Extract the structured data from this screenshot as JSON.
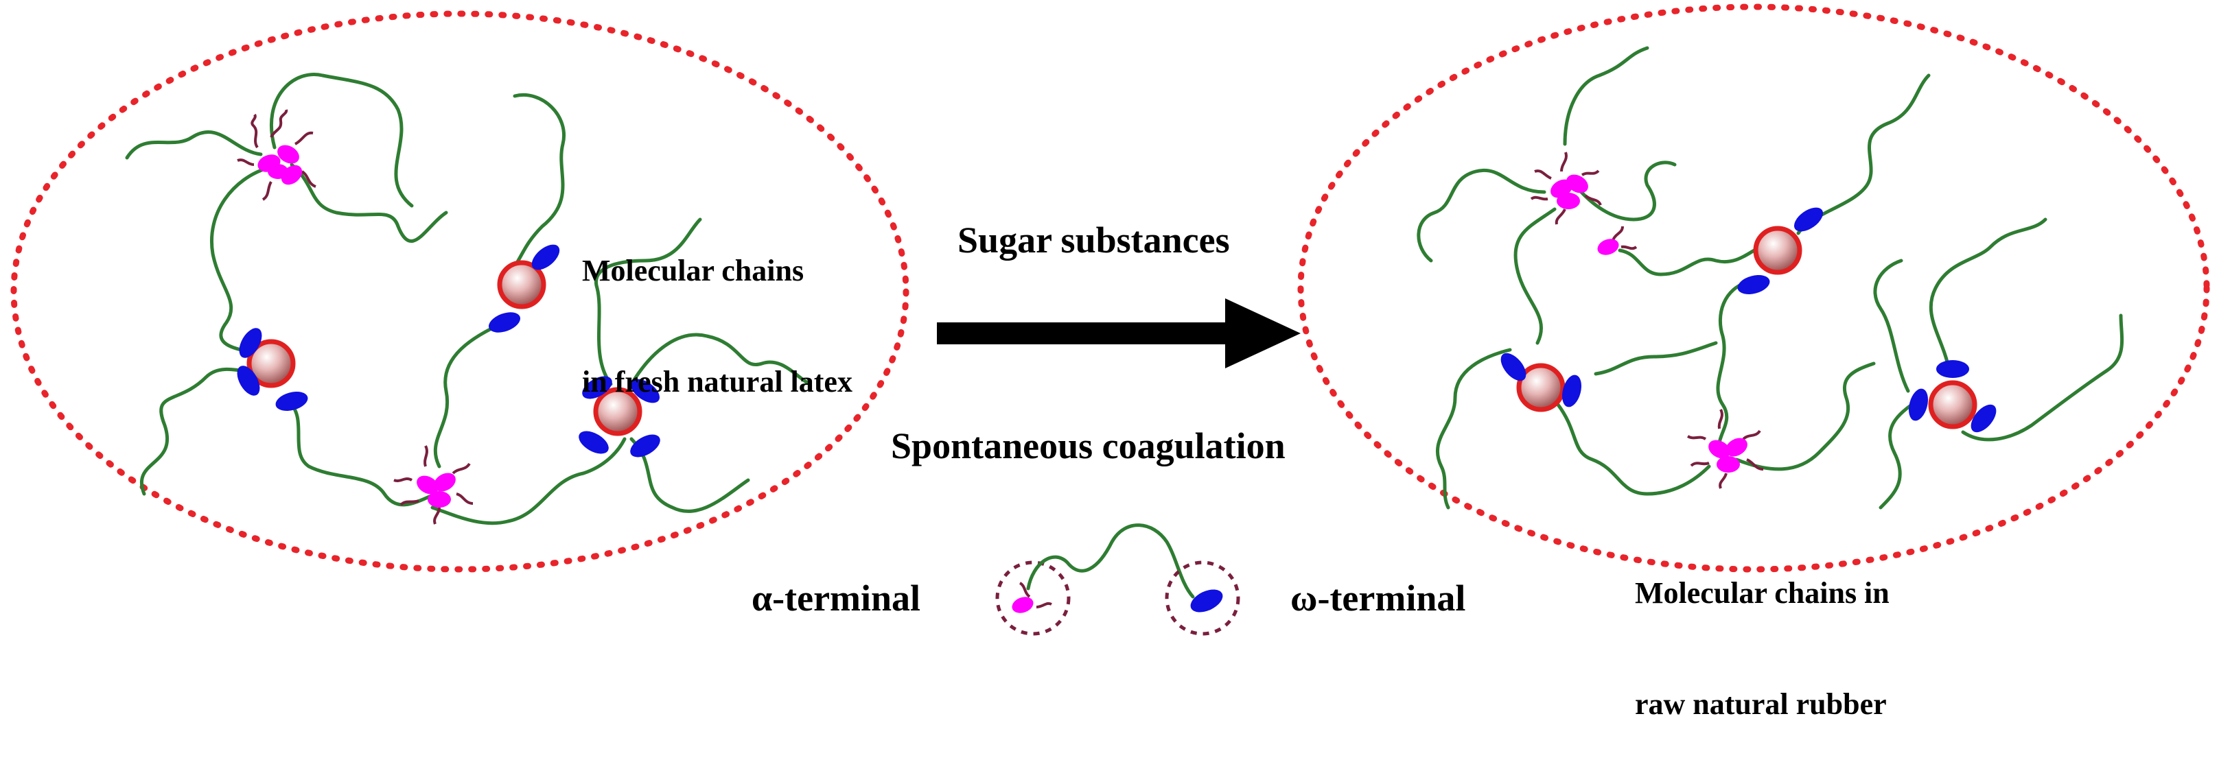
{
  "left_cluster": {
    "caption_line1": "Molecular chains",
    "caption_line2": "in fresh natural latex"
  },
  "right_cluster": {
    "caption_line1": "Molecular chains in",
    "caption_line2": "raw natural rubber"
  },
  "arrow": {
    "top_label": "Sugar substances",
    "bottom_label": "Spontaneous coagulation"
  },
  "legend": {
    "alpha_label": "α-terminal",
    "omega_label": "ω-terminal"
  },
  "colors": {
    "boundary": "#e8242a",
    "chain": "#2e7d32",
    "alpha_terminal": "#ff00ff",
    "alpha_tendril": "#7a1f3d",
    "omega_terminal": "#1010e0",
    "particle_rim": "#e02020",
    "legend_circle": "#7a1f3d",
    "arrow": "#000000"
  }
}
